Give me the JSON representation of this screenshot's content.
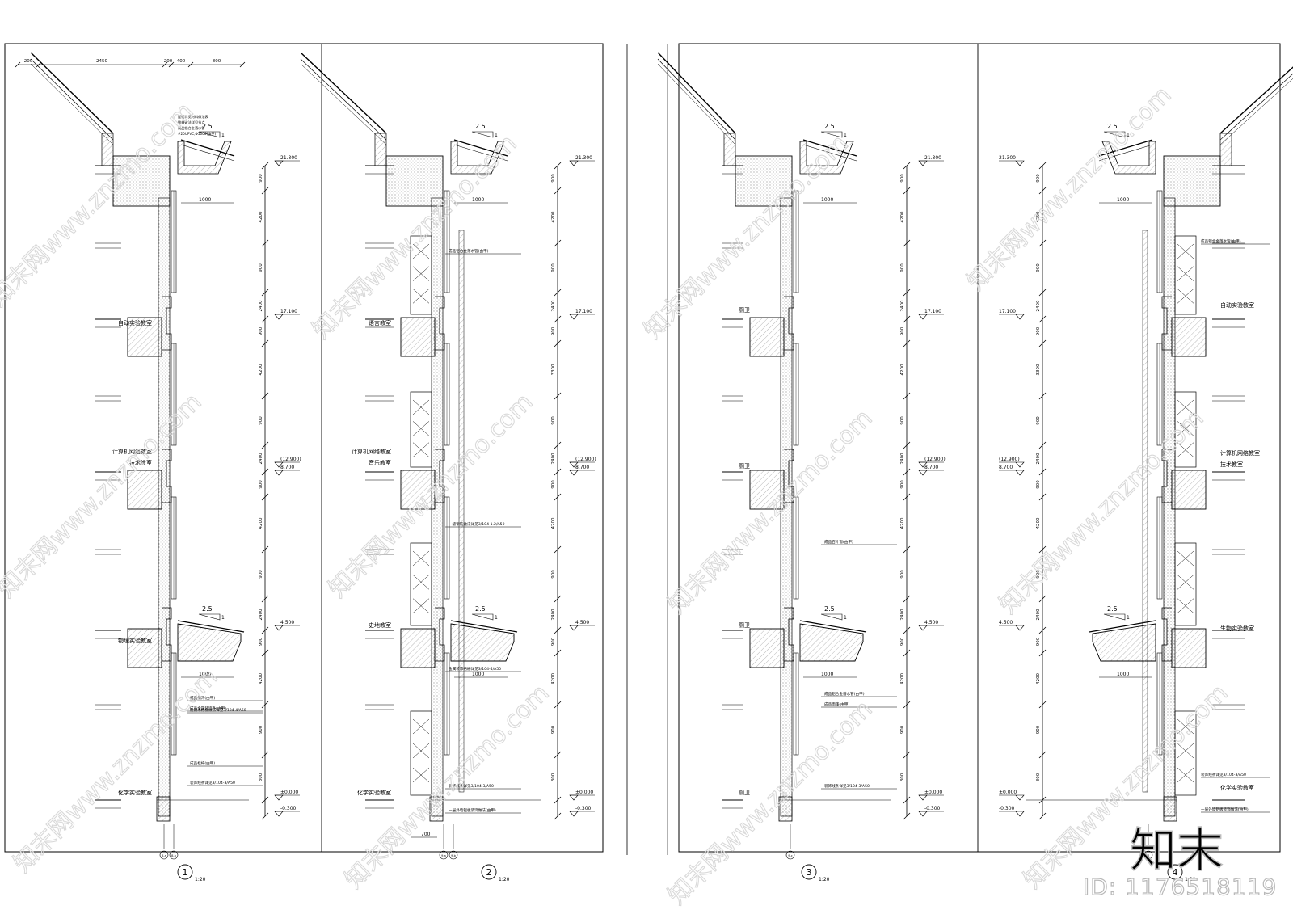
{
  "sheets": [
    {
      "id": "1",
      "scale": "1:20",
      "axis_tags": [
        "8-a",
        "8-b"
      ],
      "top_dims": [
        "200",
        "2450",
        "200",
        "400",
        "800"
      ],
      "elevations": [
        "21.300",
        "17.100",
        "(12.900)",
        "8.700",
        "4.500",
        "±0.000",
        "-0.300"
      ],
      "slope": "2.5",
      "slope_unit": "1",
      "overhang": "1000",
      "rooms": [
        "自动实验教室",
        "计算机网络教室",
        "技术教室",
        "物理实验教室",
        "化学实验教室"
      ],
      "storey_dims": [
        "900",
        "4200",
        "900",
        "2400",
        "900",
        "4200",
        "900",
        "2400",
        "900",
        "4200",
        "900",
        "2400",
        "900",
        "4200",
        "900",
        "300"
      ],
      "roof_notes": [
        "屋面详见材料做法表",
        "挑檐做法详见节点",
        "成品铝合金落水管",
        "#20UPVC,Φ5000(由甲)"
      ],
      "notes": [
        "成品檐沟(由甲)",
        "成品金属装饰条(由甲)",
        "防腐木格栅做法详见3/104-4/A50",
        "成品栏杆(由甲)",
        "装饰线条详见3/104-3/A50"
      ]
    },
    {
      "id": "2",
      "scale": "1:20",
      "axis_tags": [
        "9-a",
        "9-b"
      ],
      "elevations": [
        "21.300",
        "17.100",
        "(12.900)",
        "8.700",
        "4.500",
        "±0.000",
        "-0.300"
      ],
      "slope": "2.5",
      "slope_unit": "1",
      "overhang": "1000",
      "base_width": "700",
      "rooms": [
        "语言教室",
        "计算机网络教室",
        "音乐教室",
        "史地教室",
        "化学实验教室"
      ],
      "storey_dims": [
        "900",
        "4200",
        "900",
        "2400",
        "900",
        "3300",
        "900",
        "2400",
        "900",
        "4200",
        "900",
        "2400",
        "900",
        "4200",
        "900",
        "300"
      ],
      "notes": [
        "成品铝合金落水管(由甲)",
        "一级钢筋做法详见3/104-1.2/A50",
        "金属装饰格栅详见3/104-4/A50",
        "装饰线条详见3/104-3/A50",
        "一层外墙铝板装饰做法(由甲)"
      ]
    },
    {
      "id": "3",
      "scale": "1:20",
      "axis_tags": [
        "9-c"
      ],
      "elevations": [
        "21.300",
        "17.100",
        "(12.900)",
        "8.700",
        "4.500",
        "±0.000",
        "-0.300"
      ],
      "slope": "2.5",
      "slope_unit": "1",
      "overhang": "1000",
      "rooms": [
        "厕卫",
        "厕卫",
        "厕卫",
        "厕卫"
      ],
      "storey_dims": [
        "900",
        "4200",
        "900",
        "2400",
        "900",
        "4200",
        "900",
        "2400",
        "900",
        "4200",
        "900",
        "2400",
        "900",
        "4200",
        "900",
        "300"
      ],
      "notes": [
        "成品铝合金落水管(由甲)",
        "成品雨篷(由甲)",
        "成品百叶窗(由甲)",
        "装饰线条详见3/104-3/A50"
      ]
    },
    {
      "id": "4",
      "scale": "1:20",
      "axis_tags": [
        "4"
      ],
      "elevations": [
        "21.300",
        "17.100",
        "(12.900)",
        "8.700",
        "4.500",
        "±0.000",
        "-0.300"
      ],
      "slope": "2.5",
      "slope_unit": "1",
      "overhang": "1000",
      "rooms": [
        "自动实验教室",
        "计算机网络教室",
        "技术教室",
        "生物实验教室",
        "化学实验教室"
      ],
      "storey_dims": [
        "900",
        "4200",
        "900",
        "2400",
        "900",
        "3300",
        "900",
        "2400",
        "900",
        "4200",
        "900",
        "2400",
        "900",
        "4200",
        "900",
        "300"
      ],
      "notes": [
        "成品铝合金落水管(由甲)",
        "装饰线条详见3/104-3/A50",
        "一层外墙铝板装饰做法(由甲)"
      ]
    }
  ],
  "watermark": {
    "url": "www.znzmo.com",
    "brand_cn": "知末网",
    "logo_text": "知末",
    "id_label": "ID: 1176518119"
  },
  "colors": {
    "ink": "#000000",
    "hatch": "#d6d6d6",
    "watermark": "#d9d9d9"
  }
}
